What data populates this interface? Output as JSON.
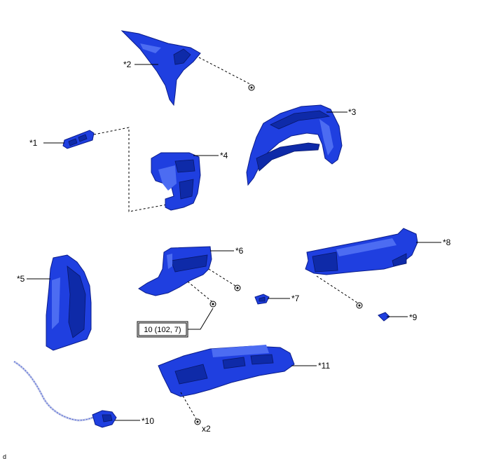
{
  "callouts": {
    "c1": "*1",
    "c2": "*2",
    "c3": "*3",
    "c4": "*4",
    "c5": "*5",
    "c6": "*6",
    "c7": "*7",
    "c8": "*8",
    "c9": "*9",
    "c10": "*10",
    "c11": "*11"
  },
  "torque_spec": "10 (102, 7)",
  "quantity_note": "x2",
  "corner_mark": "d",
  "colors": {
    "part_blue": "#1f3fe0",
    "outline": "#000000"
  }
}
